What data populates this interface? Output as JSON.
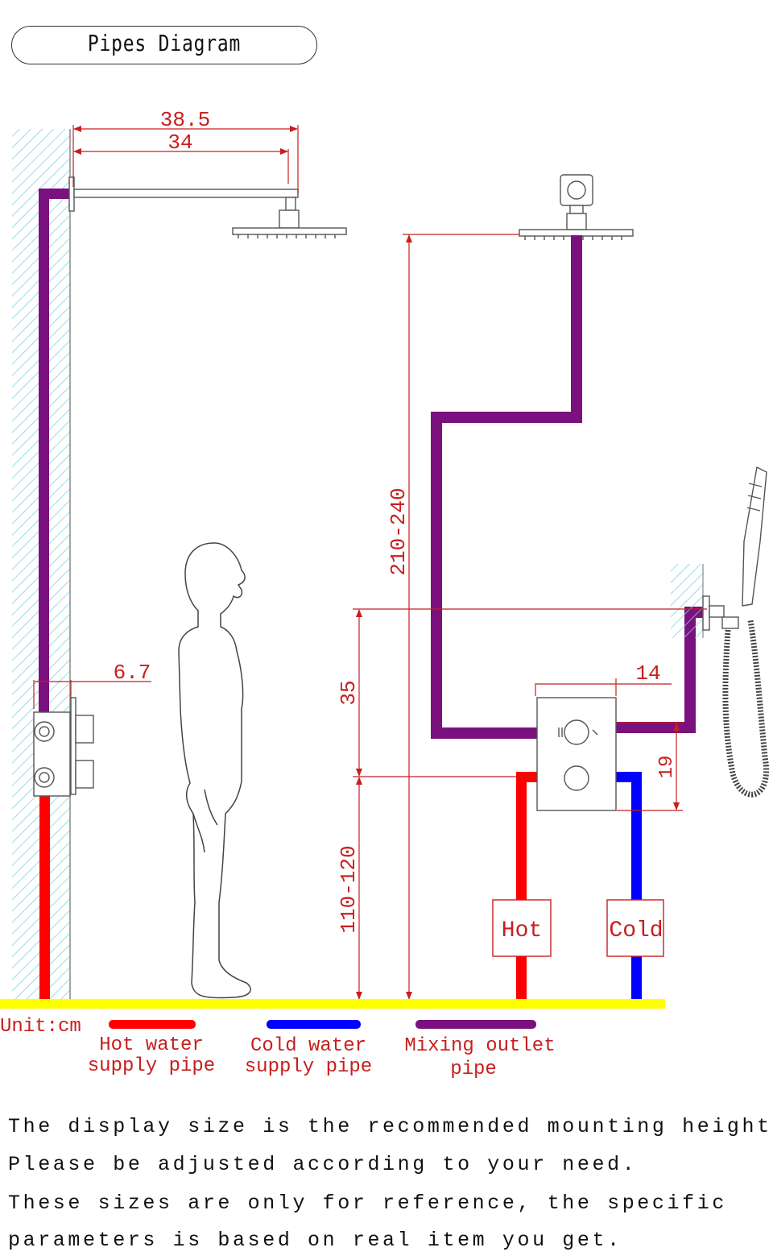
{
  "title": "Pipes Diagram",
  "dimensions": {
    "arm_outer": "38.5",
    "arm_inner": "34",
    "valve_depth": "6.7",
    "ceiling_height": "210-240",
    "outlet_offset": "35",
    "valve_height": "110-120",
    "outlet_width": "14",
    "outlet_drop": "19"
  },
  "labels": {
    "hot": "Hot",
    "cold": "Cold",
    "unit": "Unit:cm"
  },
  "legend": [
    {
      "line1": "Hot water",
      "line2": "supply pipe",
      "color": "#ff0000"
    },
    {
      "line1": "Cold water",
      "line2": "supply pipe",
      "color": "#0000ff"
    },
    {
      "line1": "Mixing outlet",
      "line2": "pipe",
      "color": "#7b117e"
    }
  ],
  "notes": [
    "The display size is the recommended mounting height.",
    "Please be adjusted according to your need.",
    "These sizes are only for reference, the specific",
    "parameters is based on real item you get."
  ],
  "colors": {
    "hot": "#ff0000",
    "cold": "#0000ff",
    "mixing": "#7b117e",
    "floor": "#ffff00",
    "dimension": "#c81e1e",
    "wall_hatch": "#7fd3df"
  }
}
